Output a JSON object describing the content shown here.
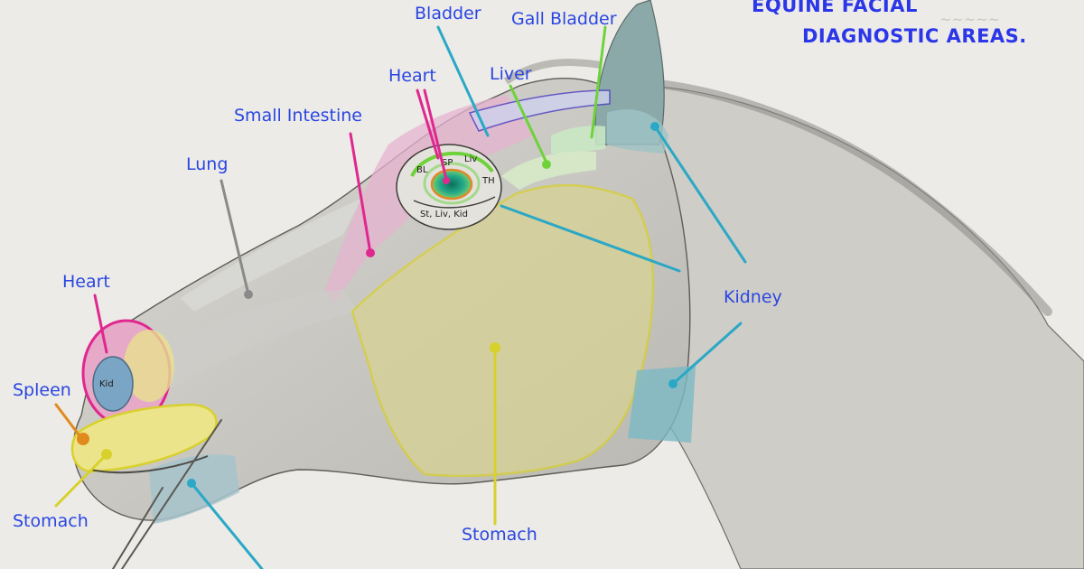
{
  "title": {
    "line1": "EQUINE FACIAL",
    "line2": "DIAGNOSTIC AREAS."
  },
  "labels": {
    "bladder": "Bladder",
    "gall_bladder": "Gall Bladder",
    "heart_top": "Heart",
    "liver": "Liver",
    "small_intestine": "Small Intestine",
    "lung": "Lung",
    "heart_nose": "Heart",
    "spleen": "Spleen",
    "stomach_mouth": "Stomach",
    "stomach_cheek": "Stomach",
    "kidney": "Kidney"
  },
  "eye_labels": {
    "bl": "BL",
    "sp": "SP",
    "liv": "Liv",
    "th": "TH",
    "lower": "St, Liv, Kid"
  },
  "nostril_label": "Kid",
  "colors": {
    "label_text": "#2a46e2",
    "heart_pink": "#e0278f",
    "stomach_yellow": "#d8d12c",
    "liver_green": "#6fd23a",
    "kidney_teal": "#3aa6bf",
    "spleen_orange": "#e08a1e",
    "lung_gray": "#8a8a8a",
    "bladder_teal": "#2aa8c6"
  }
}
